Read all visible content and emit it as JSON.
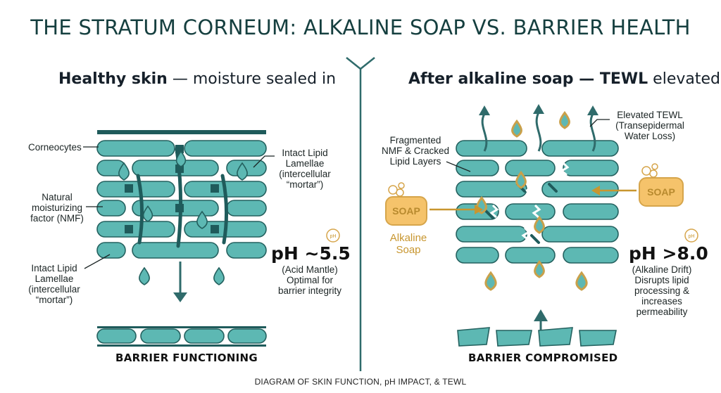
{
  "title": "THE STRATUM CORNEUM: ALKALINE SOAP VS. BARRIER HEALTH",
  "left": {
    "heading_bold": "Healthy skin",
    "heading_rest": " — moisture sealed in",
    "labels": {
      "corneocytes": "Corneocytes",
      "nmf": [
        "Natural",
        "moisturizing",
        "factor (NMF)"
      ],
      "lipid_top": [
        "Intact Lipid",
        "Lamellae",
        "(intercellular",
        "“mortar”)"
      ],
      "lipid_bottom": [
        "Intact Lipid",
        "Lamellae",
        "(intercellular",
        "“mortar”)"
      ]
    },
    "ph_value": "pH ~5.5",
    "ph_name": "(Acid Mantle)",
    "ph_note": [
      "Optimal for",
      "barrier integrity"
    ],
    "status": "BARRIER FUNCTIONING"
  },
  "right": {
    "heading_bold": "After alkaline soap —",
    "heading_tewl": " TEWL",
    "heading_rest": " elevated",
    "labels": {
      "tewl": [
        "Elevated TEWL",
        "(Transepidermal",
        "Water Loss)"
      ],
      "fragmented": [
        "Fragmented",
        "NMF & Cracked",
        "Lipid Layers"
      ],
      "alkaline_soap": [
        "Alkaline",
        "Soap"
      ]
    },
    "soap_word": "SOAP",
    "ph_badge": "pH",
    "ph_value": "pH >8.0",
    "ph_name": "(Alkaline Drift)",
    "ph_note": [
      "Disrupts lipid",
      "processing &",
      "increases",
      "permeability"
    ],
    "status": "BARRIER COMPROMISED"
  },
  "caption": "DIAGRAM OF SKIN FUNCTION, pH IMPACT, & TEWL",
  "colors": {
    "cell_fill": "#5db8b3",
    "cell_stroke": "#24615f",
    "lipid": "#1f5b5b",
    "divider": "#2f6b6b",
    "soap": "#f5c36b",
    "soap_stroke": "#d6a54b",
    "drop_outline": "#c9a04a"
  }
}
